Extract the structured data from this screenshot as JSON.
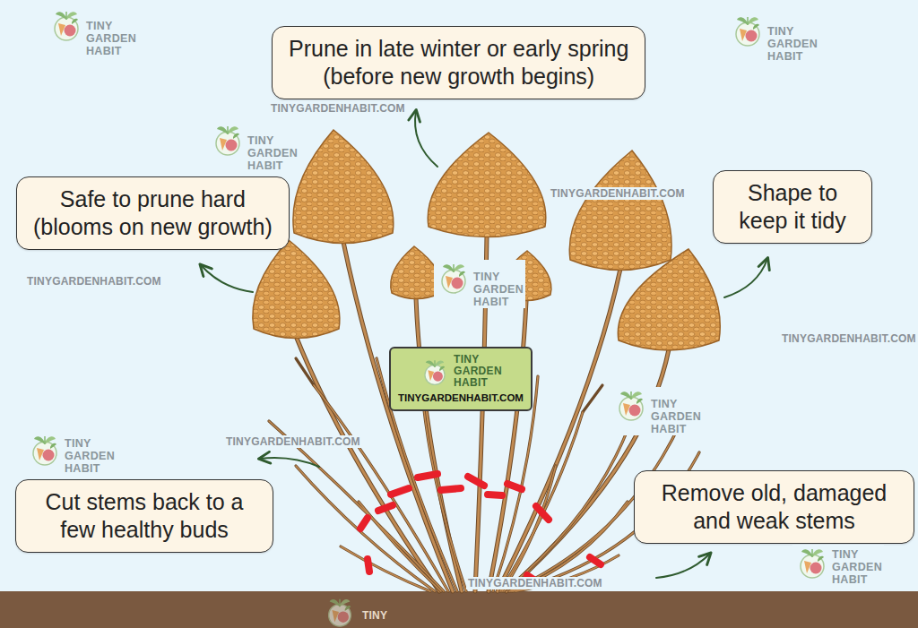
{
  "diagram": {
    "nodes": [
      {
        "text": [
          "Prune in late winter or early spring",
          "(before new growth begins)"
        ]
      },
      {
        "text": [
          "Safe to prune hard",
          "(blooms on new growth)"
        ]
      },
      {
        "text": [
          "Shape to keep it tidy"
        ]
      },
      {
        "text": [
          "TINY GARDEN HABIT",
          "TINYGARDENHABIT.COM"
        ]
      },
      {
        "text": [
          "Cut stems back to a few healthy buds"
        ]
      },
      {
        "text": [
          "Remove old, damaged and weak stems"
        ]
      }
    ],
    "labels": [
      "TINY GARDEN HABIT",
      "TINY GARDEN HABIT",
      "TINYGARDENHABIT.COM",
      "TINY GARDEN HABIT",
      "TINYGARDENHABIT.COM",
      "TINYGARDENHABIT.COM",
      "TINY GARDEN HABIT",
      "TINYGARDENHABIT.COM",
      "TINY GARDEN HABIT",
      "TINYGARDENHABIT.COM",
      "TINY GARDEN HABIT",
      "TINY GARDEN HABIT",
      "TINYGARDENHABIT.COM",
      "TINY"
    ]
  }
}
